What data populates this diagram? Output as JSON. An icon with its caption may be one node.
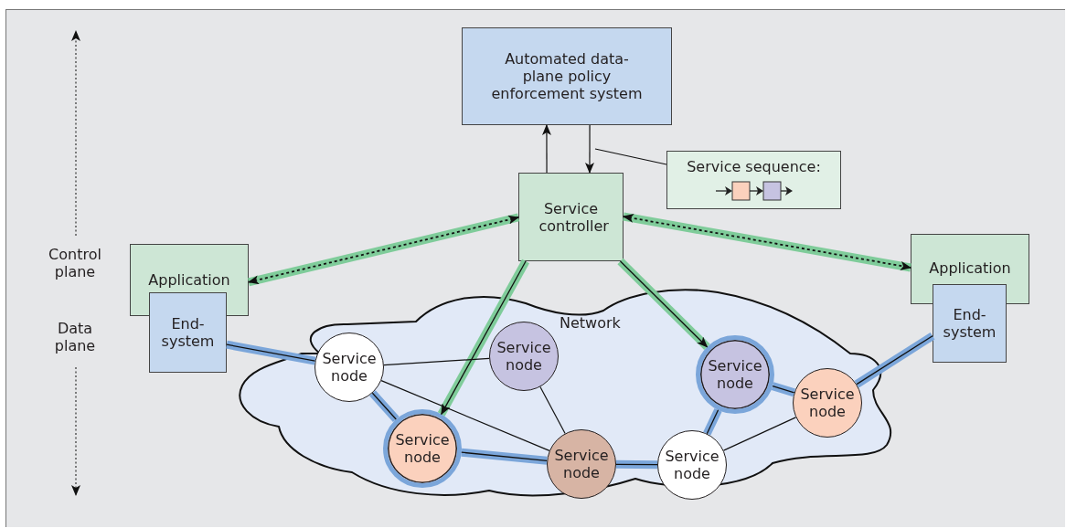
{
  "diagram": {
    "nodes": [
      {
        "text": [
          "Automated data-plane policy enforcement system"
        ]
      },
      {
        "text": [
          "Service controller"
        ]
      },
      {
        "text": [
          "Service sequence:"
        ]
      },
      {
        "text": [
          "Application"
        ]
      },
      {
        "text": [
          "End-system"
        ]
      },
      {
        "text": [
          "Application"
        ]
      },
      {
        "text": [
          "End-system"
        ]
      },
      {
        "text": [
          "Network"
        ]
      },
      {
        "text": [
          "Service node"
        ],
        "in": 7
      },
      {
        "text": [
          "Service node"
        ],
        "in": 7
      },
      {
        "text": [
          "Service node"
        ],
        "in": 7
      },
      {
        "text": [
          "Service node"
        ],
        "in": 7
      },
      {
        "text": [
          "Service node"
        ],
        "in": 7
      },
      {
        "text": [
          "Service node"
        ],
        "in": 7
      },
      {
        "text": [
          "Service node"
        ],
        "in": 7
      }
    ],
    "edges": [
      {
        "from": 1,
        "to": 0,
        "arrow": "to"
      },
      {
        "from": 0,
        "to": 1,
        "arrow": "to"
      },
      {
        "from": 2,
        "to": null,
        "arrow": "none"
      },
      {
        "from": 1,
        "to": 3,
        "arrow": "both",
        "style": "dashed"
      },
      {
        "from": 1,
        "to": 5,
        "arrow": "both",
        "style": "dashed"
      },
      {
        "from": 1,
        "to": 10,
        "arrow": "to",
        "style": "thick",
        "color": "#7fcc9a"
      },
      {
        "from": 1,
        "to": 12,
        "arrow": "to",
        "style": "thick",
        "color": "#7fcc9a"
      },
      {
        "from": 4,
        "to": 8,
        "arrow": "none",
        "style": "thick",
        "color": "#7ba6da"
      },
      {
        "from": 8,
        "to": 10,
        "arrow": "none",
        "style": "thick",
        "color": "#7ba6da"
      },
      {
        "from": 10,
        "to": 11,
        "arrow": "none",
        "style": "thick",
        "color": "#7ba6da"
      },
      {
        "from": 11,
        "to": 14,
        "arrow": "none",
        "style": "thick",
        "color": "#7ba6da"
      },
      {
        "from": 14,
        "to": 12,
        "arrow": "none",
        "style": "thick",
        "color": "#7ba6da"
      },
      {
        "from": 12,
        "to": 13,
        "arrow": "none",
        "style": "thick",
        "color": "#7ba6da"
      },
      {
        "from": 13,
        "to": 6,
        "arrow": "none",
        "style": "thick",
        "color": "#7ba6da"
      },
      {
        "from": 8,
        "to": 9,
        "arrow": "none"
      },
      {
        "from": 8,
        "to": 11,
        "arrow": "none"
      },
      {
        "from": 9,
        "to": 11,
        "arrow": "none"
      },
      {
        "from": 14,
        "to": 13,
        "arrow": "none"
      }
    ],
    "labels": [
      "Control plane",
      "Data plane"
    ]
  }
}
